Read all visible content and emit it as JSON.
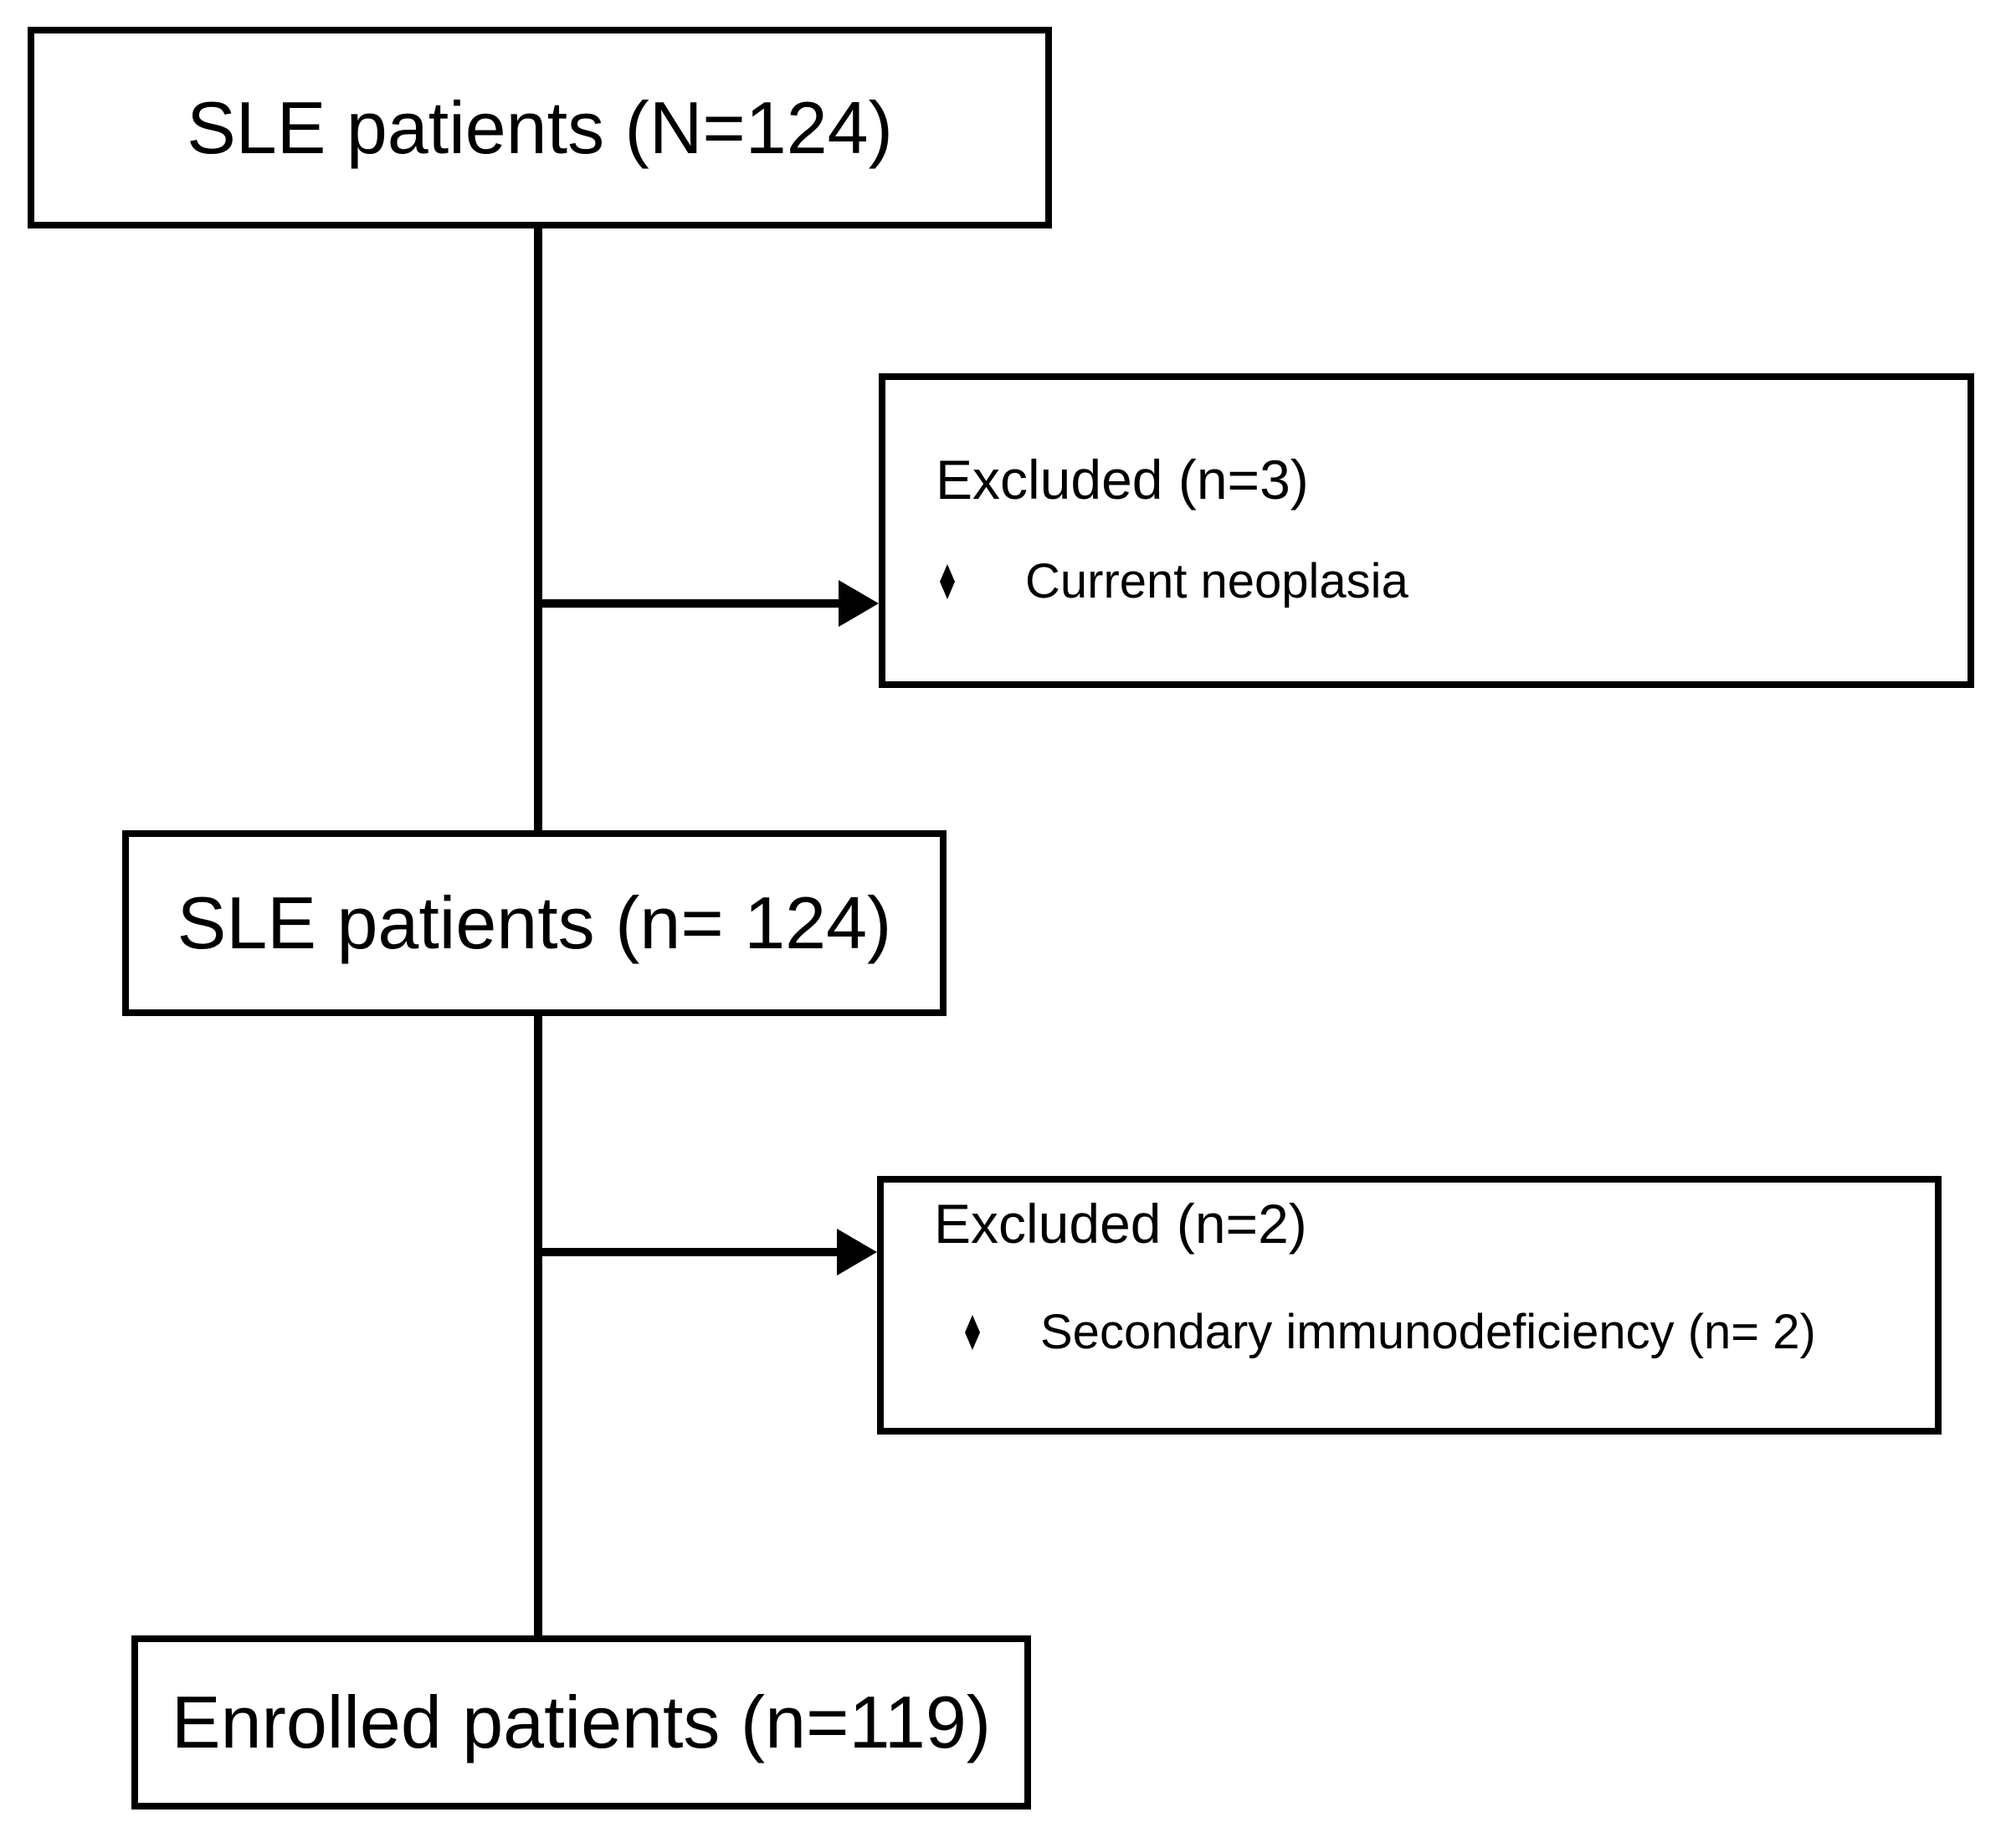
{
  "diagram": {
    "type": "flowchart",
    "background_color": "#ffffff",
    "line_color": "#000000",
    "nodes": [
      {
        "id": "top",
        "label": "SLE patients (N=124)"
      },
      {
        "id": "excluded-1",
        "title": "Excluded (n=3)",
        "bullets": [
          "Current neoplasia"
        ]
      },
      {
        "id": "middle",
        "label": "SLE patients (n= 124)"
      },
      {
        "id": "excluded-2",
        "title": "Excluded (n=2)",
        "bullets": [
          "Secondary immunodeficiency (n= 2)"
        ]
      },
      {
        "id": "bottom",
        "label": "Enrolled patients (n=119)"
      }
    ]
  }
}
